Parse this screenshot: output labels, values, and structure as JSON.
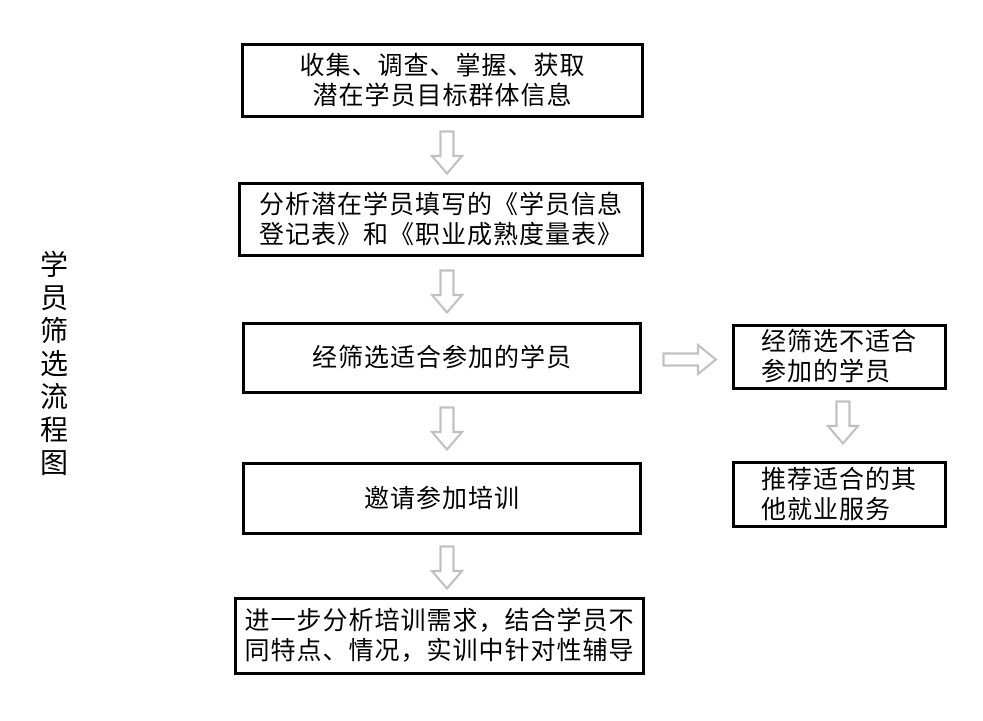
{
  "diagram": {
    "type": "flowchart",
    "title": "学员筛选流程图"
  },
  "colors": {
    "background": "#ffffff",
    "box_bg": "#ffffff",
    "box_border": "#000000",
    "text": "#000000",
    "arrow_fill": "#ffffff",
    "arrow_stroke": "#c0c0c0"
  },
  "steps": {
    "main": [
      {
        "id": "main-1",
        "text": "收集、调查、掌握、获取\n潜在学员目标群体信息"
      },
      {
        "id": "main-2",
        "text": "分析潜在学员填写的《学员信息\n登记表》和《职业成熟度量表》"
      },
      {
        "id": "main-3",
        "text": "经筛选适合参加的学员"
      },
      {
        "id": "main-4",
        "text": "邀请参加培训"
      },
      {
        "id": "main-5",
        "text": "进一步分析培训需求，结合学员不\n同特点、情况，实训中针对性辅导"
      }
    ],
    "branch": [
      {
        "id": "branch-1",
        "text": "经筛选不适合\n参加的学员"
      },
      {
        "id": "branch-2",
        "text": "推荐适合的其\n他就业服务"
      }
    ]
  },
  "connectors": [
    {
      "from": "main-1",
      "to": "main-2",
      "direction": "down"
    },
    {
      "from": "main-2",
      "to": "main-3",
      "direction": "down"
    },
    {
      "from": "main-3",
      "to": "branch-1",
      "direction": "right"
    },
    {
      "from": "branch-1",
      "to": "branch-2",
      "direction": "down"
    },
    {
      "from": "main-3",
      "to": "main-4",
      "direction": "down"
    },
    {
      "from": "main-4",
      "to": "main-5",
      "direction": "down"
    }
  ]
}
